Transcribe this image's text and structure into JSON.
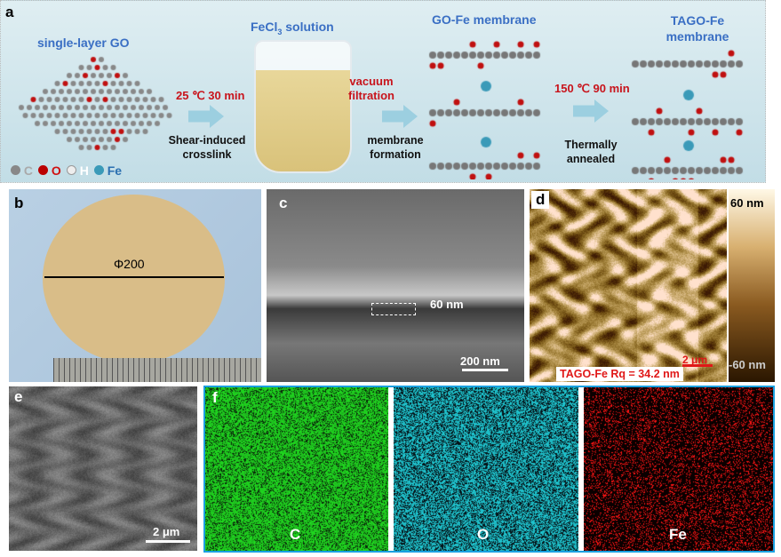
{
  "panel_a": {
    "label": "a",
    "title_go": "single-layer GO",
    "title_fecl3": "FeCl",
    "title_fecl3_sub": "3",
    "title_fecl3_rest": " solution",
    "step1_cond": "25 ℃  30 min",
    "step1_desc": "Shear-induced crosslink",
    "step2_cond": "vacuum filtration",
    "step2_desc": "membrane formation",
    "title_gofe": "GO-Fe membrane",
    "step3_cond": "150 ℃  90 min",
    "step3_desc": "Thermally annealed",
    "title_tago": "TAGO-Fe membrane",
    "fe_atom": "Fe",
    "legend": [
      {
        "symbol": "C",
        "color": "#9a9a9a"
      },
      {
        "symbol": "O",
        "color": "#d01010"
      },
      {
        "symbol": "H",
        "color": "#ffffff"
      },
      {
        "symbol": "Fe",
        "color": "#2a6fb0"
      }
    ]
  },
  "panel_b": {
    "label": "b",
    "diameter": "Φ200"
  },
  "panel_c": {
    "label": "c",
    "thickness": "60 nm",
    "scale": "200 nm"
  },
  "panel_d": {
    "label": "d",
    "colorbar_max": "60 nm",
    "colorbar_min": "-60 nm",
    "scale": "2 μm",
    "roughness": "TAGO-Fe Rq = 34.2 nm"
  },
  "panel_e": {
    "label": "e",
    "scale": "2 μm"
  },
  "panel_f": {
    "label": "f",
    "maps": [
      {
        "element": "C",
        "color": "#22c02a"
      },
      {
        "element": "O",
        "color": "#22b8c0"
      },
      {
        "element": "Fe",
        "color": "#e01818"
      }
    ],
    "border": "#1aa0e0"
  }
}
